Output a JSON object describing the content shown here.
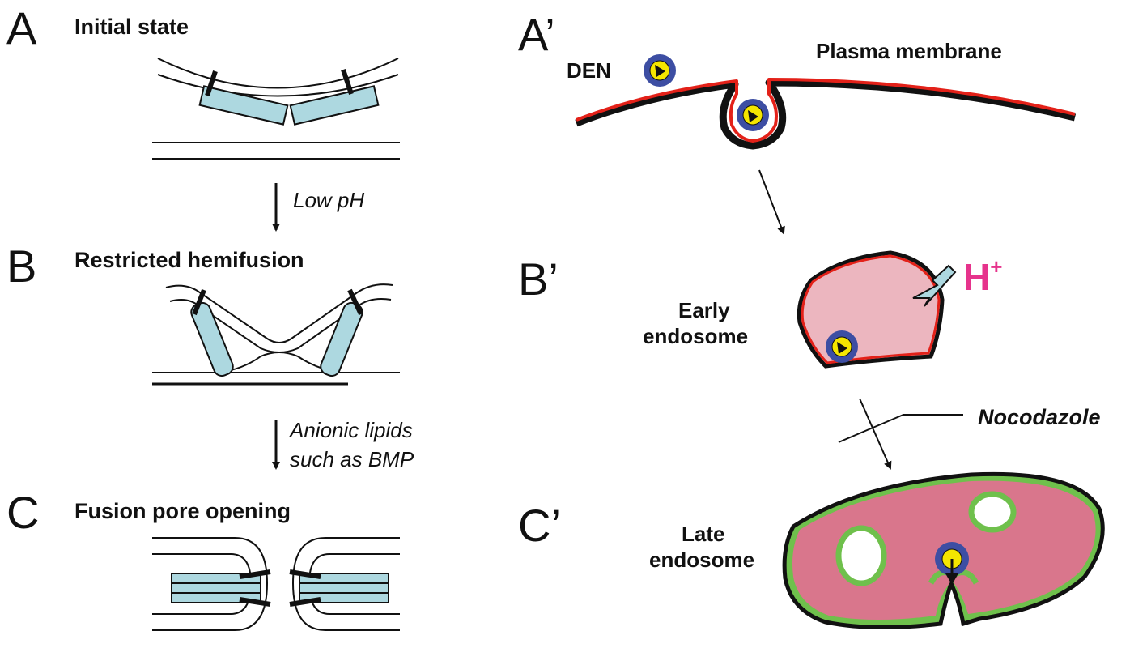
{
  "colors": {
    "peptide": "#add8e0",
    "virus_blue": "#3d4ea3",
    "virus_core": "#f5e600",
    "membrane_red": "#e32119",
    "early_endosome": "#ecb6bf",
    "late_endosome": "#d9768c",
    "late_rim": "#6fc04c",
    "proton": "#e6338c"
  },
  "left": {
    "A": {
      "letter": "A",
      "title": "Initial state"
    },
    "arrow1": {
      "text": "Low pH"
    },
    "B": {
      "letter": "B",
      "title": "Restricted hemifusion"
    },
    "arrow2": {
      "line1": "Anionic lipids",
      "line2": "such as BMP"
    },
    "C": {
      "letter": "C",
      "title": "Fusion pore opening"
    }
  },
  "right": {
    "A": {
      "letter": "A’",
      "den": "DEN",
      "membrane": "Plasma membrane"
    },
    "B": {
      "letter": "B’",
      "line1": "Early",
      "line2": "endosome",
      "proton": "H",
      "proton_sup": "+"
    },
    "inhibitor": "Nocodazole",
    "C": {
      "letter": "C’",
      "line1": "Late",
      "line2": "endosome"
    }
  }
}
